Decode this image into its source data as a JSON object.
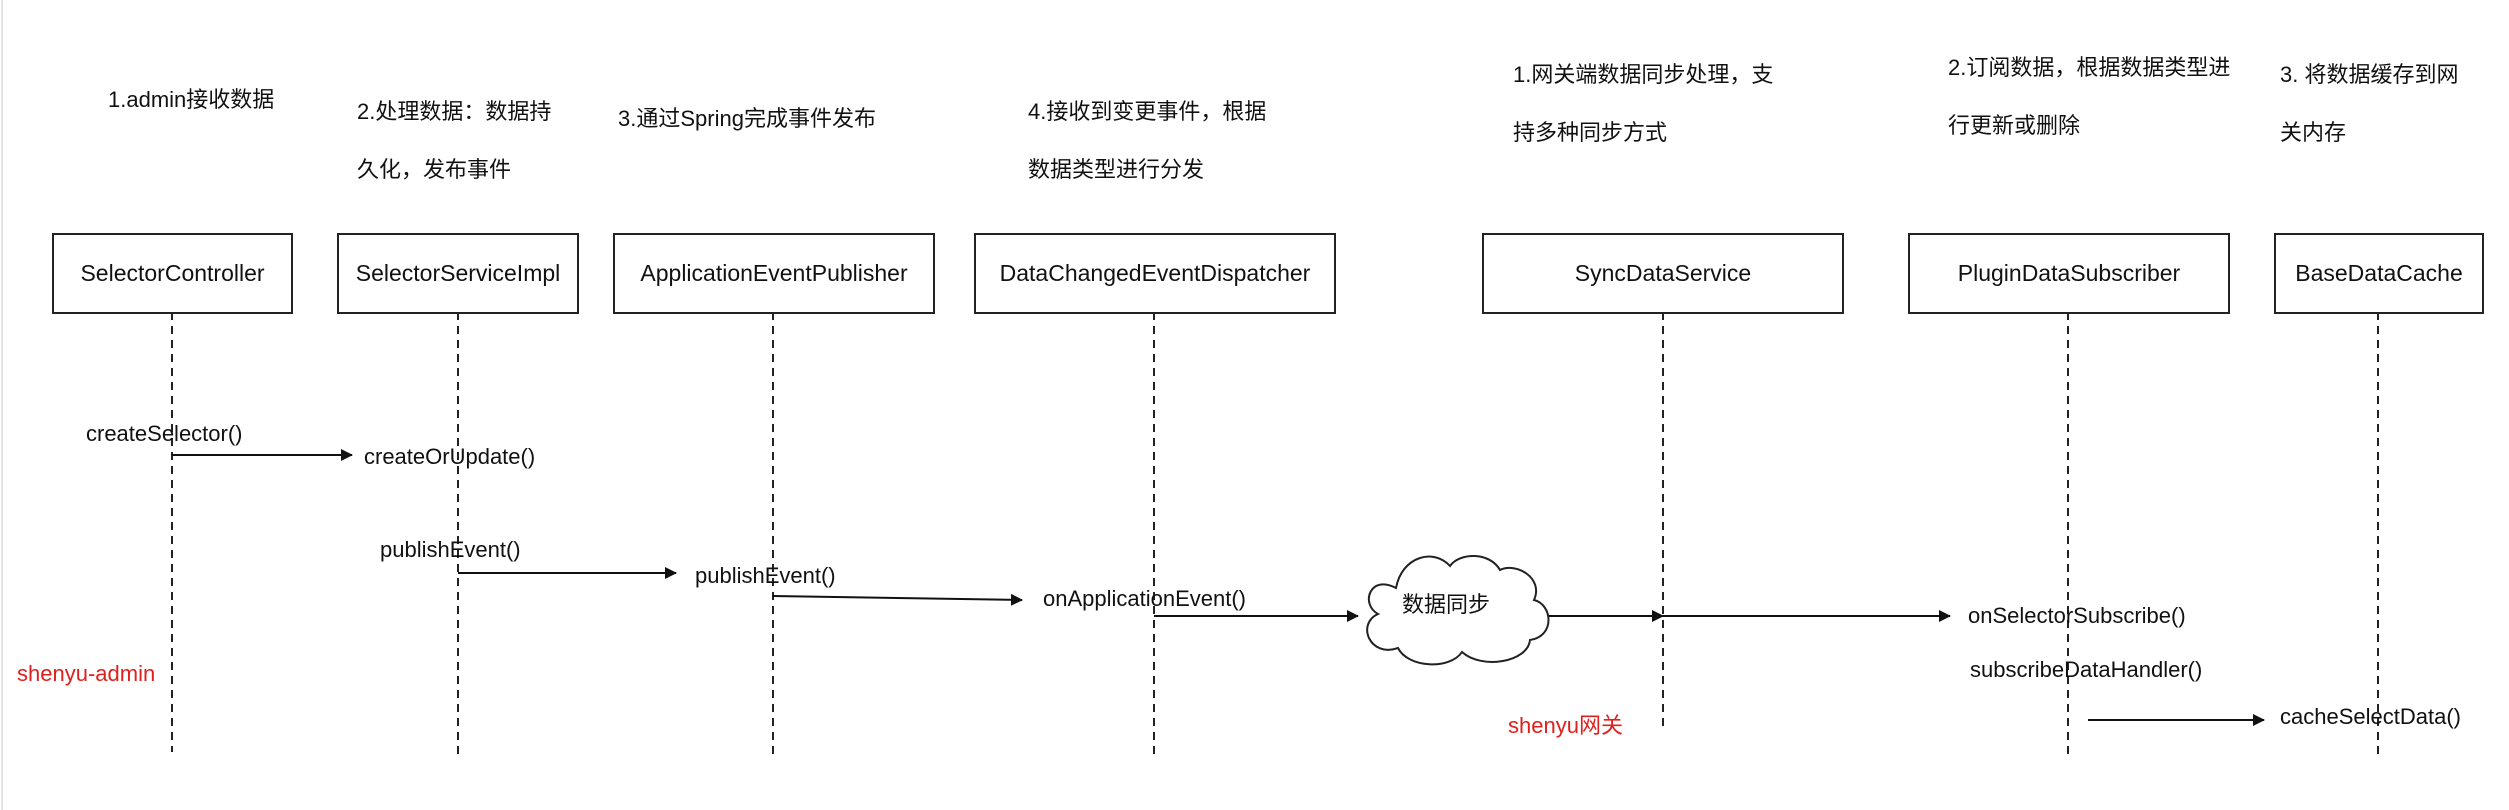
{
  "notes": {
    "n1": "1.admin接收数据",
    "n2": "2.处理数据：数据持久化，发布事件",
    "n3": "3.通过Spring完成事件发布",
    "n4": "4.接收到变更事件，根据数据类型进行分发",
    "n5": "1.网关端数据同步处理，支持多种同步方式",
    "n6": "2.订阅数据，根据数据类型进行更新或删除",
    "n7": "3. 将数据缓存到网关内存"
  },
  "participants": [
    {
      "name": "SelectorController"
    },
    {
      "name": "SelectorServiceImpl"
    },
    {
      "name": "ApplicationEventPublisher"
    },
    {
      "name": "DataChangedEventDispatcher"
    },
    {
      "name": "SyncDataService"
    },
    {
      "name": "PluginDataSubscriber"
    },
    {
      "name": "BaseDataCache"
    }
  ],
  "messages": {
    "createSelector": "createSelector()",
    "createOrUpdate": "createOrUpdate()",
    "publishEvent1": "publishEvent()",
    "publishEvent2": "publishEvent()",
    "onApplicationEvent": "onApplicationEvent()",
    "onSelectorSubscribe": "onSelectorSubscribe()",
    "subscribeDataHandler": "subscribeDataHandler()",
    "cacheSelectData": "cacheSelectData()"
  },
  "cloud_label": "数据同步",
  "groups": {
    "admin": "shenyu-admin",
    "gateway": "shenyu网关"
  },
  "colors": {
    "line": "#222222",
    "group_label": "#e0201c"
  }
}
